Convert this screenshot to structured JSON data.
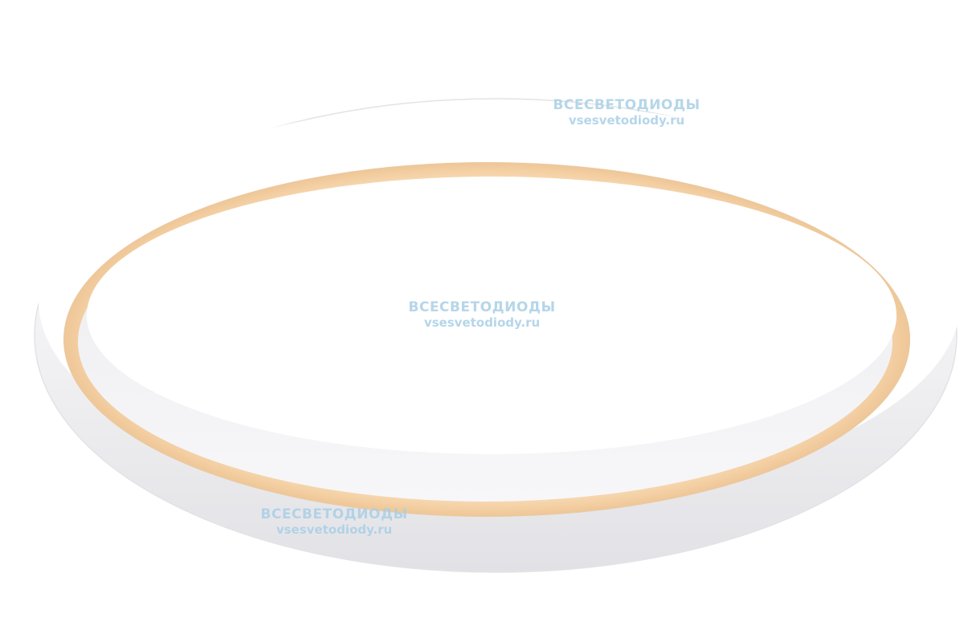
{
  "product_image": {
    "description_label": "ring-luminaire",
    "colors": {
      "body": "#ffffff",
      "body_shade": "#e9e9ec",
      "diffuser_glow": "#f7d9b3",
      "diffuser_edge": "#eec9a0",
      "background": "#ffffff"
    }
  },
  "watermarks": [
    {
      "line1": "ВСЕСВЕТОДИОДЫ",
      "line2": "vsesvetodiody.ru"
    },
    {
      "line1": "ВСЕСВЕТОДИОДЫ",
      "line2": "vsesvetodiody.ru"
    },
    {
      "line1": "ВСЕСВЕТОДИОДЫ",
      "line2": "vsesvetodiody.ru"
    }
  ],
  "watermark_color": "#a9cfe6"
}
